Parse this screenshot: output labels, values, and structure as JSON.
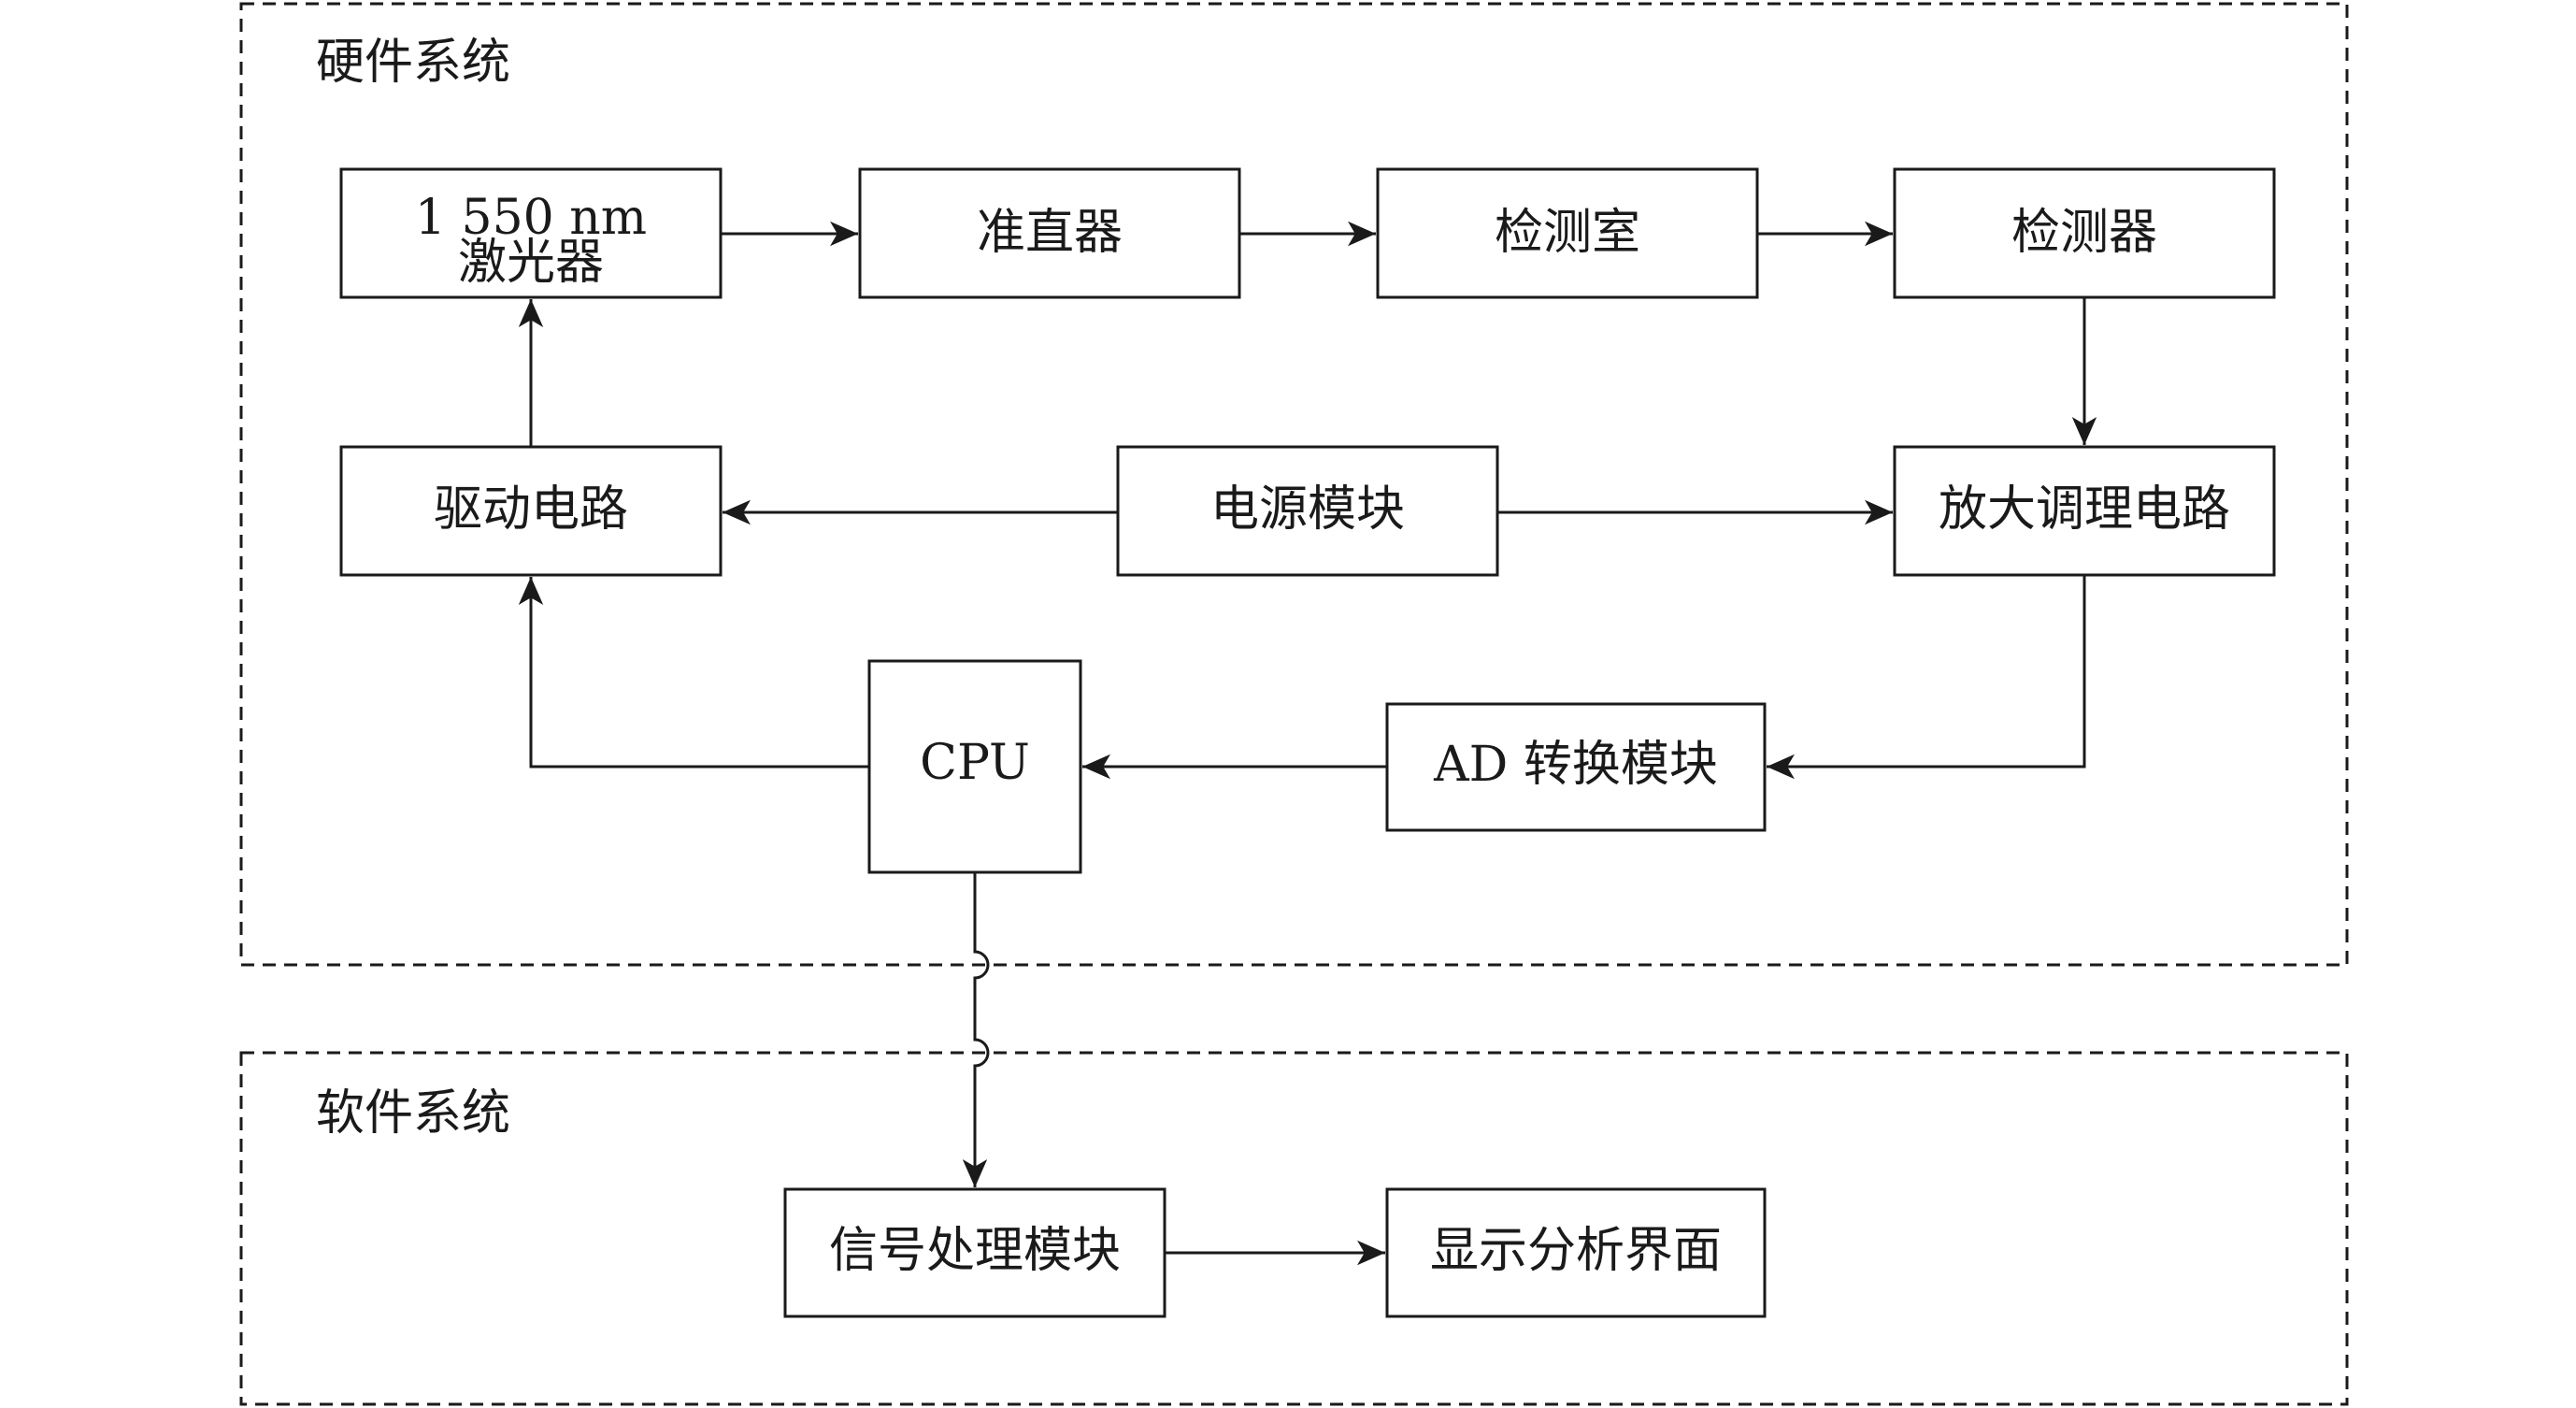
{
  "groups": [
    {
      "id": "hardware",
      "label": "硬件系统"
    },
    {
      "id": "software",
      "label": "软件系统"
    }
  ],
  "nodes": [
    {
      "id": "laser",
      "label_lines": [
        "1 550 nm",
        "激光器"
      ]
    },
    {
      "id": "collimator",
      "label_lines": [
        "准直器"
      ]
    },
    {
      "id": "chamber",
      "label_lines": [
        "检测室"
      ]
    },
    {
      "id": "detector",
      "label_lines": [
        "检测器"
      ]
    },
    {
      "id": "driver",
      "label_lines": [
        "驱动电路"
      ]
    },
    {
      "id": "power",
      "label_lines": [
        "电源模块"
      ]
    },
    {
      "id": "amplifier",
      "label_lines": [
        "放大调理电路"
      ]
    },
    {
      "id": "cpu",
      "label_lines": [
        "CPU"
      ]
    },
    {
      "id": "adc",
      "label_lines": [
        "AD 转换模块"
      ]
    },
    {
      "id": "signal",
      "label_lines": [
        "信号处理模块"
      ]
    },
    {
      "id": "display",
      "label_lines": [
        "显示分析界面"
      ]
    }
  ],
  "edges": [
    {
      "from": "laser",
      "to": "collimator"
    },
    {
      "from": "collimator",
      "to": "chamber"
    },
    {
      "from": "chamber",
      "to": "detector"
    },
    {
      "from": "detector",
      "to": "amplifier"
    },
    {
      "from": "power",
      "to": "driver"
    },
    {
      "from": "power",
      "to": "amplifier"
    },
    {
      "from": "driver",
      "to": "laser"
    },
    {
      "from": "amplifier",
      "to": "adc"
    },
    {
      "from": "adc",
      "to": "cpu"
    },
    {
      "from": "cpu",
      "to": "driver"
    },
    {
      "from": "cpu",
      "to": "signal"
    },
    {
      "from": "signal",
      "to": "display"
    }
  ],
  "colors": {
    "stroke": "#1a1a1a",
    "text": "#1a1a1a",
    "background": "#ffffff"
  }
}
